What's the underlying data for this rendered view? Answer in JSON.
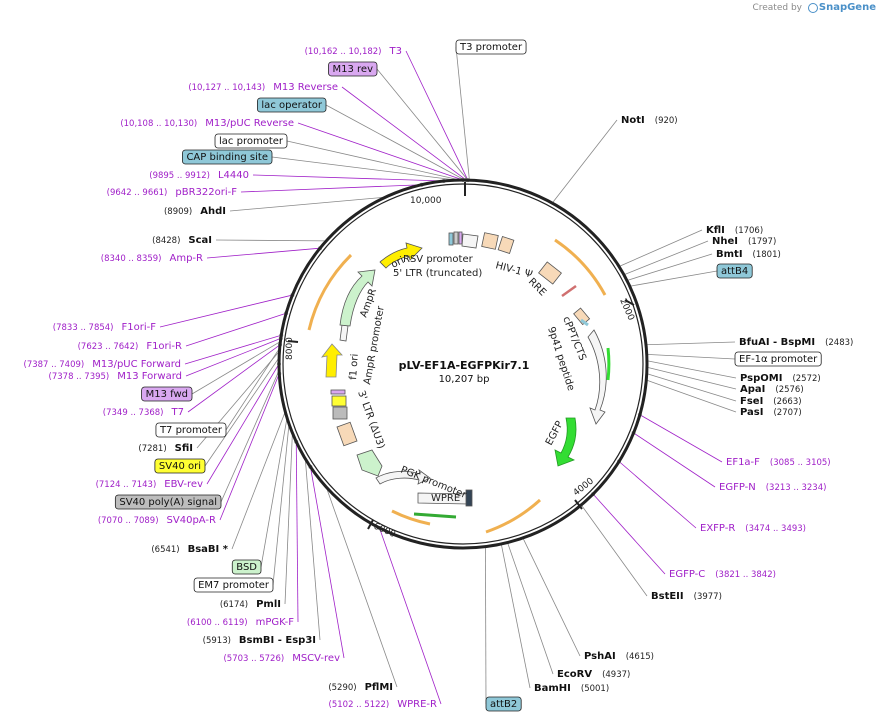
{
  "credit": {
    "prefix": "Created by",
    "brand": "SnapGene"
  },
  "plasmid": {
    "name": "pLV-EF1A-EGFPKir7.1",
    "size_label": "10,207 bp",
    "length": 10207
  },
  "ticks": [
    "10,000",
    "2000",
    "4000",
    "6000",
    "8000"
  ],
  "features": [
    {
      "name": "RSV promoter",
      "color": "#f5f5f5"
    },
    {
      "name": "5' LTR (truncated)",
      "color": "#f5f5f5"
    },
    {
      "name": "HIV-1 Ψ",
      "color": "#f7d9b8"
    },
    {
      "name": "RRE",
      "color": "#f7d9b8"
    },
    {
      "name": "cPPT/CTS",
      "color": "#f5f5f5"
    },
    {
      "name": "9p41 peptide",
      "color": "#f5f5f5"
    },
    {
      "name": "EGFP",
      "color": "#33dd33"
    },
    {
      "name": "WPRE",
      "color": "#f5f5f5"
    },
    {
      "name": "PGK promoter",
      "color": "#f5f5f5"
    },
    {
      "name": "3' LTR (ΔU3)",
      "color": "#f5f5f5"
    },
    {
      "name": "f1 ori",
      "color": "#f5f5f5"
    },
    {
      "name": "AmpR promoter",
      "color": "#f5f5f5"
    },
    {
      "name": "AmpR",
      "color": "#ccf2cc"
    },
    {
      "name": "ori",
      "color": "#ffee00"
    }
  ],
  "labels_left": [
    {
      "pos": "(10,162 .. 10,182)",
      "name": "T3",
      "kind": "primer"
    },
    {
      "pos": "",
      "name": "M13 rev",
      "kind": "box-purple"
    },
    {
      "pos": "(10,127 .. 10,143)",
      "name": "M13 Reverse",
      "kind": "primer"
    },
    {
      "pos": "",
      "name": "lac operator",
      "kind": "box-blue"
    },
    {
      "pos": "(10,108 .. 10,130)",
      "name": "M13/pUC Reverse",
      "kind": "primer"
    },
    {
      "pos": "",
      "name": "lac promoter",
      "kind": "box-white"
    },
    {
      "pos": "",
      "name": "CAP binding site",
      "kind": "box-blue"
    },
    {
      "pos": "(9895 .. 9912)",
      "name": "L4440",
      "kind": "primer"
    },
    {
      "pos": "(9642 .. 9661)",
      "name": "pBR322ori-F",
      "kind": "primer"
    },
    {
      "pos": "(8909)",
      "name": "AhdI",
      "kind": "enzyme"
    },
    {
      "pos": "(8428)",
      "name": "ScaI",
      "kind": "enzyme"
    },
    {
      "pos": "(8340 .. 8359)",
      "name": "Amp-R",
      "kind": "primer"
    },
    {
      "pos": "(7833 .. 7854)",
      "name": "F1ori-F",
      "kind": "primer"
    },
    {
      "pos": "(7623 .. 7642)",
      "name": "F1ori-R",
      "kind": "primer"
    },
    {
      "pos": "(7387 .. 7409)",
      "name": "M13/pUC Forward",
      "kind": "primer"
    },
    {
      "pos": "(7378 .. 7395)",
      "name": "M13 Forward",
      "kind": "primer"
    },
    {
      "pos": "",
      "name": "M13 fwd",
      "kind": "box-purple"
    },
    {
      "pos": "(7349 .. 7368)",
      "name": "T7",
      "kind": "primer"
    },
    {
      "pos": "",
      "name": "T7 promoter",
      "kind": "box-white"
    },
    {
      "pos": "(7281)",
      "name": "SfiI",
      "kind": "enzyme"
    },
    {
      "pos": "",
      "name": "SV40 ori",
      "kind": "box-yellow"
    },
    {
      "pos": "(7124 .. 7143)",
      "name": "EBV-rev",
      "kind": "primer"
    },
    {
      "pos": "",
      "name": "SV40 poly(A) signal",
      "kind": "box-gray"
    },
    {
      "pos": "(7070 .. 7089)",
      "name": "SV40pA-R",
      "kind": "primer"
    },
    {
      "pos": "(6541)",
      "name": "BsaBI *",
      "kind": "enzyme"
    },
    {
      "pos": "",
      "name": "BSD",
      "kind": "box-green"
    },
    {
      "pos": "",
      "name": "EM7 promoter",
      "kind": "box-white"
    },
    {
      "pos": "(6174)",
      "name": "PmlI",
      "kind": "enzyme"
    },
    {
      "pos": "(6100 .. 6119)",
      "name": "mPGK-F",
      "kind": "primer"
    },
    {
      "pos": "(5913)",
      "name": "BsmBI  - Esp3I",
      "kind": "enzyme"
    },
    {
      "pos": "(5703 .. 5726)",
      "name": "MSCV-rev",
      "kind": "primer"
    },
    {
      "pos": "(5290)",
      "name": "PflMI",
      "kind": "enzyme"
    },
    {
      "pos": "(5102 .. 5122)",
      "name": "WPRE-R",
      "kind": "primer"
    }
  ],
  "labels_right": [
    {
      "name": "T3 promoter",
      "pos": "",
      "kind": "box-white"
    },
    {
      "name": "NotI",
      "pos": "(920)",
      "kind": "enzyme"
    },
    {
      "name": "KflI",
      "pos": "(1706)",
      "kind": "enzyme"
    },
    {
      "name": "NheI",
      "pos": "(1797)",
      "kind": "enzyme"
    },
    {
      "name": "BmtI",
      "pos": "(1801)",
      "kind": "enzyme"
    },
    {
      "name": "attB4",
      "pos": "",
      "kind": "box-blue"
    },
    {
      "name": "BfuAI  - BspMI",
      "pos": "(2483)",
      "kind": "enzyme"
    },
    {
      "name": "EF-1α promoter",
      "pos": "",
      "kind": "box-white"
    },
    {
      "name": "PspOMI",
      "pos": "(2572)",
      "kind": "enzyme"
    },
    {
      "name": "ApaI",
      "pos": "(2576)",
      "kind": "enzyme"
    },
    {
      "name": "FseI",
      "pos": "(2663)",
      "kind": "enzyme"
    },
    {
      "name": "PasI",
      "pos": "(2707)",
      "kind": "enzyme"
    },
    {
      "name": "EF1a-F",
      "pos": "(3085 .. 3105)",
      "kind": "primer"
    },
    {
      "name": "EGFP-N",
      "pos": "(3213 .. 3234)",
      "kind": "primer"
    },
    {
      "name": "EXFP-R",
      "pos": "(3474 .. 3493)",
      "kind": "primer"
    },
    {
      "name": "EGFP-C",
      "pos": "(3821 .. 3842)",
      "kind": "primer"
    },
    {
      "name": "BstEII",
      "pos": "(3977)",
      "kind": "enzyme"
    },
    {
      "name": "PshAI",
      "pos": "(4615)",
      "kind": "enzyme"
    },
    {
      "name": "EcoRV",
      "pos": "(4937)",
      "kind": "enzyme"
    },
    {
      "name": "BamHI",
      "pos": "(5001)",
      "kind": "enzyme"
    },
    {
      "name": "attB2",
      "pos": "",
      "kind": "box-blue"
    }
  ],
  "colors": {
    "backbone": "#222222",
    "primer": "#a020c8",
    "enzyme": "#111111",
    "leader": "#888888",
    "orange": "#f0b050",
    "blue_box": "#8fc8d8",
    "purple_box": "#d9a8f0",
    "yellow_box": "#ffff33",
    "gray_box": "#bdbdbd",
    "green_box": "#ccf2cc"
  }
}
